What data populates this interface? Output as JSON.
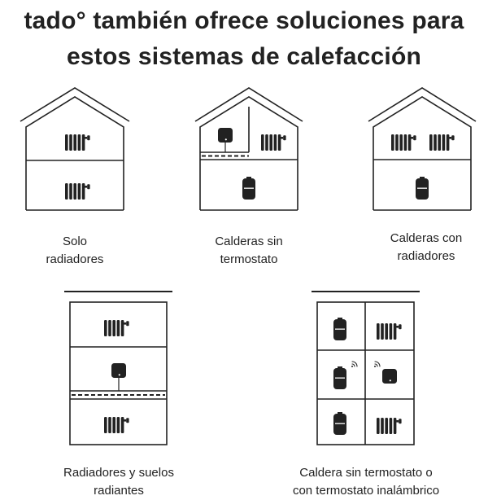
{
  "header": {
    "line1": "tado° también ofrece soluciones para",
    "line2": "estos sistemas de calefacción"
  },
  "systems": [
    {
      "line1": "Solo",
      "line2": "radiadores"
    },
    {
      "line1": "Calderas sin",
      "line2": "termostato"
    },
    {
      "line1": "Calderas con",
      "line2": "radiadores"
    },
    {
      "line1": "Radiadores y suelos",
      "line2": "radiantes"
    },
    {
      "line1": "Caldera sin termostato o",
      "line2": "con termostato inalámbrico"
    }
  ],
  "colors": {
    "ink": "#222222",
    "background": "#ffffff"
  }
}
